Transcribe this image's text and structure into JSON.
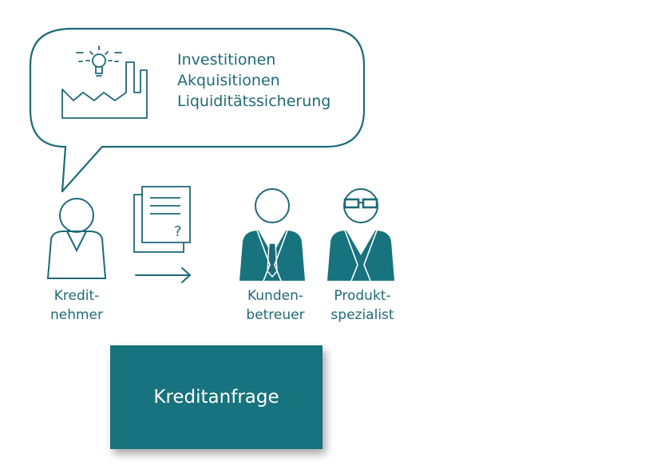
{
  "colors": {
    "teal_line": "#1f6a78",
    "teal_fill": "#17737d",
    "box_text": "#ffffff",
    "background": "#ffffff"
  },
  "icons": {
    "bubble": "speech-bubble",
    "idea": "lightbulb-icon",
    "factory": "factory-icon",
    "document": "document-question-icon",
    "arrow": "arrow-right-icon",
    "borrower": "person-outline-icon",
    "advisor": "person-suit-icon",
    "specialist": "person-suit-glasses-icon"
  },
  "speech_bubble": {
    "items": [
      "Investitionen",
      "Akquisitionen",
      "Liquiditätssicherung"
    ]
  },
  "document": {
    "mark": "?"
  },
  "people": {
    "borrower": {
      "line1": "Kredit-",
      "line2": "nehmer"
    },
    "advisor": {
      "line1": "Kunden-",
      "line2": "betreuer"
    },
    "specialist": {
      "line1": "Produkt-",
      "line2": "spezialist"
    }
  },
  "request": {
    "label": "Kreditanfrage"
  }
}
